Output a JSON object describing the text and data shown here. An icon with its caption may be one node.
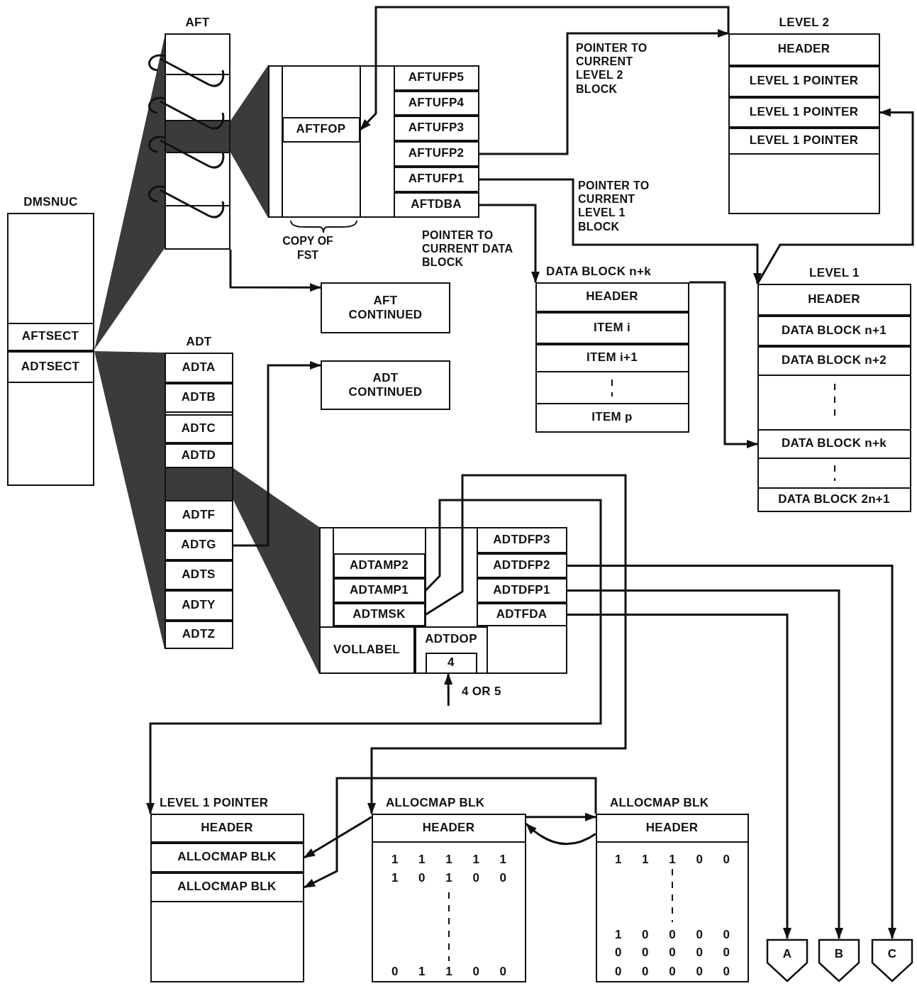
{
  "diagram": {
    "nodes": [
      {
        "text": [
          "DMSNUC"
        ]
      },
      {
        "text": [
          "AFTSECT"
        ],
        "in": 0
      },
      {
        "text": [
          "ADTSECT"
        ],
        "in": 0
      },
      {
        "text": [
          "AFT"
        ]
      },
      {
        "text": [],
        "shape": "box"
      },
      {
        "text": [
          "AFTFOP"
        ],
        "in": 4
      },
      {
        "text": [
          "AFTUFP5"
        ],
        "in": 4
      },
      {
        "text": [
          "AFTUFP4"
        ],
        "in": 4
      },
      {
        "text": [
          "AFTUFP3"
        ],
        "in": 4
      },
      {
        "text": [
          "AFTUFP2"
        ],
        "in": 4
      },
      {
        "text": [
          "AFTUFP1"
        ],
        "in": 4
      },
      {
        "text": [
          "AFTDBA"
        ],
        "in": 4
      },
      {
        "text": [
          "AFT CONTINUED"
        ]
      },
      {
        "text": [
          "LEVEL 2"
        ]
      },
      {
        "text": [
          "HEADER"
        ],
        "in": 13
      },
      {
        "text": [
          "LEVEL 1 POINTER"
        ],
        "in": 13
      },
      {
        "text": [
          "LEVEL 1 POINTER"
        ],
        "in": 13
      },
      {
        "text": [
          "LEVEL 1 POINTER"
        ],
        "in": 13
      },
      {
        "text": [
          "DATA BLOCK n+k"
        ]
      },
      {
        "text": [
          "HEADER"
        ],
        "in": 18
      },
      {
        "text": [
          "ITEM i"
        ],
        "in": 18
      },
      {
        "text": [
          "ITEM i+1"
        ],
        "in": 18
      },
      {
        "text": [
          "ITEM p"
        ],
        "in": 18
      },
      {
        "text": [
          "LEVEL 1"
        ]
      },
      {
        "text": [
          "HEADER"
        ],
        "in": 23
      },
      {
        "text": [
          "DATA BLOCK n+1"
        ],
        "in": 23
      },
      {
        "text": [
          "DATA BLOCK n+2"
        ],
        "in": 23
      },
      {
        "text": [
          "DATA BLOCK n+k"
        ],
        "in": 23
      },
      {
        "text": [
          "DATA BLOCK 2n+1"
        ],
        "in": 23
      },
      {
        "text": [
          "ADT"
        ]
      },
      {
        "text": [
          "ADTA"
        ],
        "in": 29
      },
      {
        "text": [
          "ADTB"
        ],
        "in": 29
      },
      {
        "text": [
          "ADTC"
        ],
        "in": 29
      },
      {
        "text": [
          "ADTD"
        ],
        "in": 29
      },
      {
        "text": [
          "ADTF"
        ],
        "in": 29
      },
      {
        "text": [
          "ADTG"
        ],
        "in": 29
      },
      {
        "text": [
          "ADTS"
        ],
        "in": 29
      },
      {
        "text": [
          "ADTY"
        ],
        "in": 29
      },
      {
        "text": [
          "ADTZ"
        ],
        "in": 29
      },
      {
        "text": [
          "ADT CONTINUED"
        ]
      },
      {
        "text": [],
        "shape": "box"
      },
      {
        "text": [
          "ADTAMP2"
        ],
        "in": 40
      },
      {
        "text": [
          "ADTAMP1"
        ],
        "in": 40
      },
      {
        "text": [
          "ADTMSK"
        ],
        "in": 40
      },
      {
        "text": [
          "ADTDFP3"
        ],
        "in": 40
      },
      {
        "text": [
          "ADTDFP2"
        ],
        "in": 40
      },
      {
        "text": [
          "ADTDFP1"
        ],
        "in": 40
      },
      {
        "text": [
          "ADTFDA"
        ],
        "in": 40
      },
      {
        "text": [
          "VOLLABEL"
        ],
        "in": 40
      },
      {
        "text": [
          "ADTDOP"
        ],
        "in": 40
      },
      {
        "text": [
          "4"
        ],
        "in": 49
      },
      {
        "text": [
          "LEVEL 1 POINTER"
        ]
      },
      {
        "text": [
          "HEADER"
        ],
        "in": 51
      },
      {
        "text": [
          "ALLOCMAP BLK"
        ],
        "in": 51
      },
      {
        "text": [
          "ALLOCMAP BLK"
        ],
        "in": 51
      },
      {
        "text": [
          "ALLOCMAP BLK",
          "1 1 1 1 1",
          "1 0 1 0 0",
          "0 1 1 0 0"
        ]
      },
      {
        "text": [
          "HEADER"
        ],
        "in": 55
      },
      {
        "text": [
          "ALLOCMAP BLK",
          "1 1 1 0 0",
          "1 0 0 0 0",
          "0 0 0 0 0",
          "0 0 0 0 0"
        ]
      },
      {
        "text": [
          "HEADER"
        ],
        "in": 57
      },
      {
        "text": [
          "A"
        ]
      },
      {
        "text": [
          "B"
        ]
      },
      {
        "text": [
          "C"
        ]
      },
      {
        "text": [
          "4 OR 5"
        ]
      }
    ],
    "edges": [
      {
        "from": 13,
        "to": 5,
        "arrow": "to"
      },
      {
        "from": 9,
        "to": 13,
        "arrow": "to",
        "label": "POINTER TO CURRENT LEVEL 2 BLOCK"
      },
      {
        "from": 10,
        "to": 23,
        "arrow": "to",
        "label": "POINTER TO CURRENT LEVEL 1 BLOCK"
      },
      {
        "from": 11,
        "to": 18,
        "arrow": "to",
        "label": "POINTER TO CURRENT DATA BLOCK"
      },
      {
        "from": 23,
        "to": 16,
        "arrow": "to"
      },
      {
        "from": 18,
        "to": 27,
        "arrow": "to"
      },
      {
        "from": 3,
        "to": 12,
        "arrow": "to"
      },
      {
        "from": 35,
        "to": 39,
        "arrow": "to"
      },
      {
        "from": 42,
        "to": 51,
        "arrow": "to"
      },
      {
        "from": 43,
        "to": 55,
        "arrow": "to"
      },
      {
        "from": 55,
        "to": 53,
        "arrow": "to"
      },
      {
        "from": 57,
        "to": 54,
        "arrow": "to"
      },
      {
        "from": 55,
        "to": 57,
        "arrow": "to"
      },
      {
        "from": 57,
        "to": 55,
        "arrow": "to"
      },
      {
        "from": 45,
        "to": 61,
        "arrow": "to"
      },
      {
        "from": 46,
        "to": 60,
        "arrow": "to"
      },
      {
        "from": 47,
        "to": 59,
        "arrow": "to"
      },
      {
        "from": 62,
        "to": 50,
        "arrow": "to"
      }
    ],
    "labels": [
      "COPY OF FST"
    ]
  }
}
